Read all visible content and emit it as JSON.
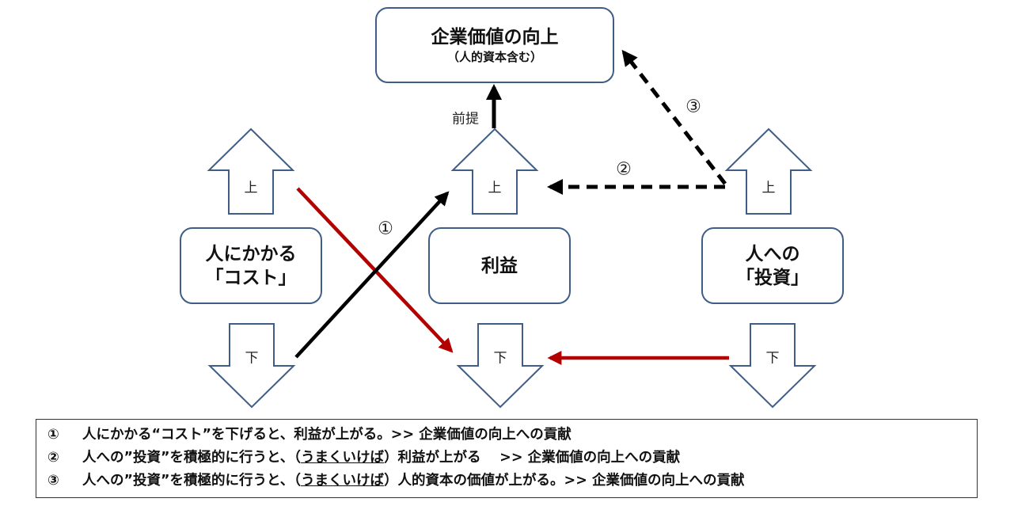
{
  "top_box": {
    "title": "企業価値の向上",
    "subtitle": "（人的資本含む）"
  },
  "boxes": {
    "cost": [
      "人にかかる",
      "「コスト」"
    ],
    "profit": [
      "利益"
    ],
    "invest": [
      "人への",
      "「投資」"
    ]
  },
  "arrows": {
    "up": "上",
    "down": "下"
  },
  "labels": {
    "premise": "前提",
    "n1": "①",
    "n2": "②",
    "n3": "③"
  },
  "colors": {
    "box_border": "#3f5d86",
    "red": "#b30000",
    "black": "#000000"
  },
  "legend": [
    {
      "num": "①",
      "parts": [
        {
          "t": "人にかかる“コスト”を下げると、利益が上がる。>> 企業価値の向上への貢献"
        }
      ]
    },
    {
      "num": "②",
      "parts": [
        {
          "t": "人への”投資”を積極的に行うと、（"
        },
        {
          "t": "うまくいけば",
          "u": true
        },
        {
          "t": "）利益が上がる　 >> 企業価値の向上への貢献"
        }
      ]
    },
    {
      "num": "③",
      "parts": [
        {
          "t": "人への”投資”を積極的に行うと、（"
        },
        {
          "t": "うまくいけば",
          "u": true
        },
        {
          "t": "）人的資本の価値が上がる。>>  企業価値の向上への貢献"
        }
      ]
    }
  ]
}
